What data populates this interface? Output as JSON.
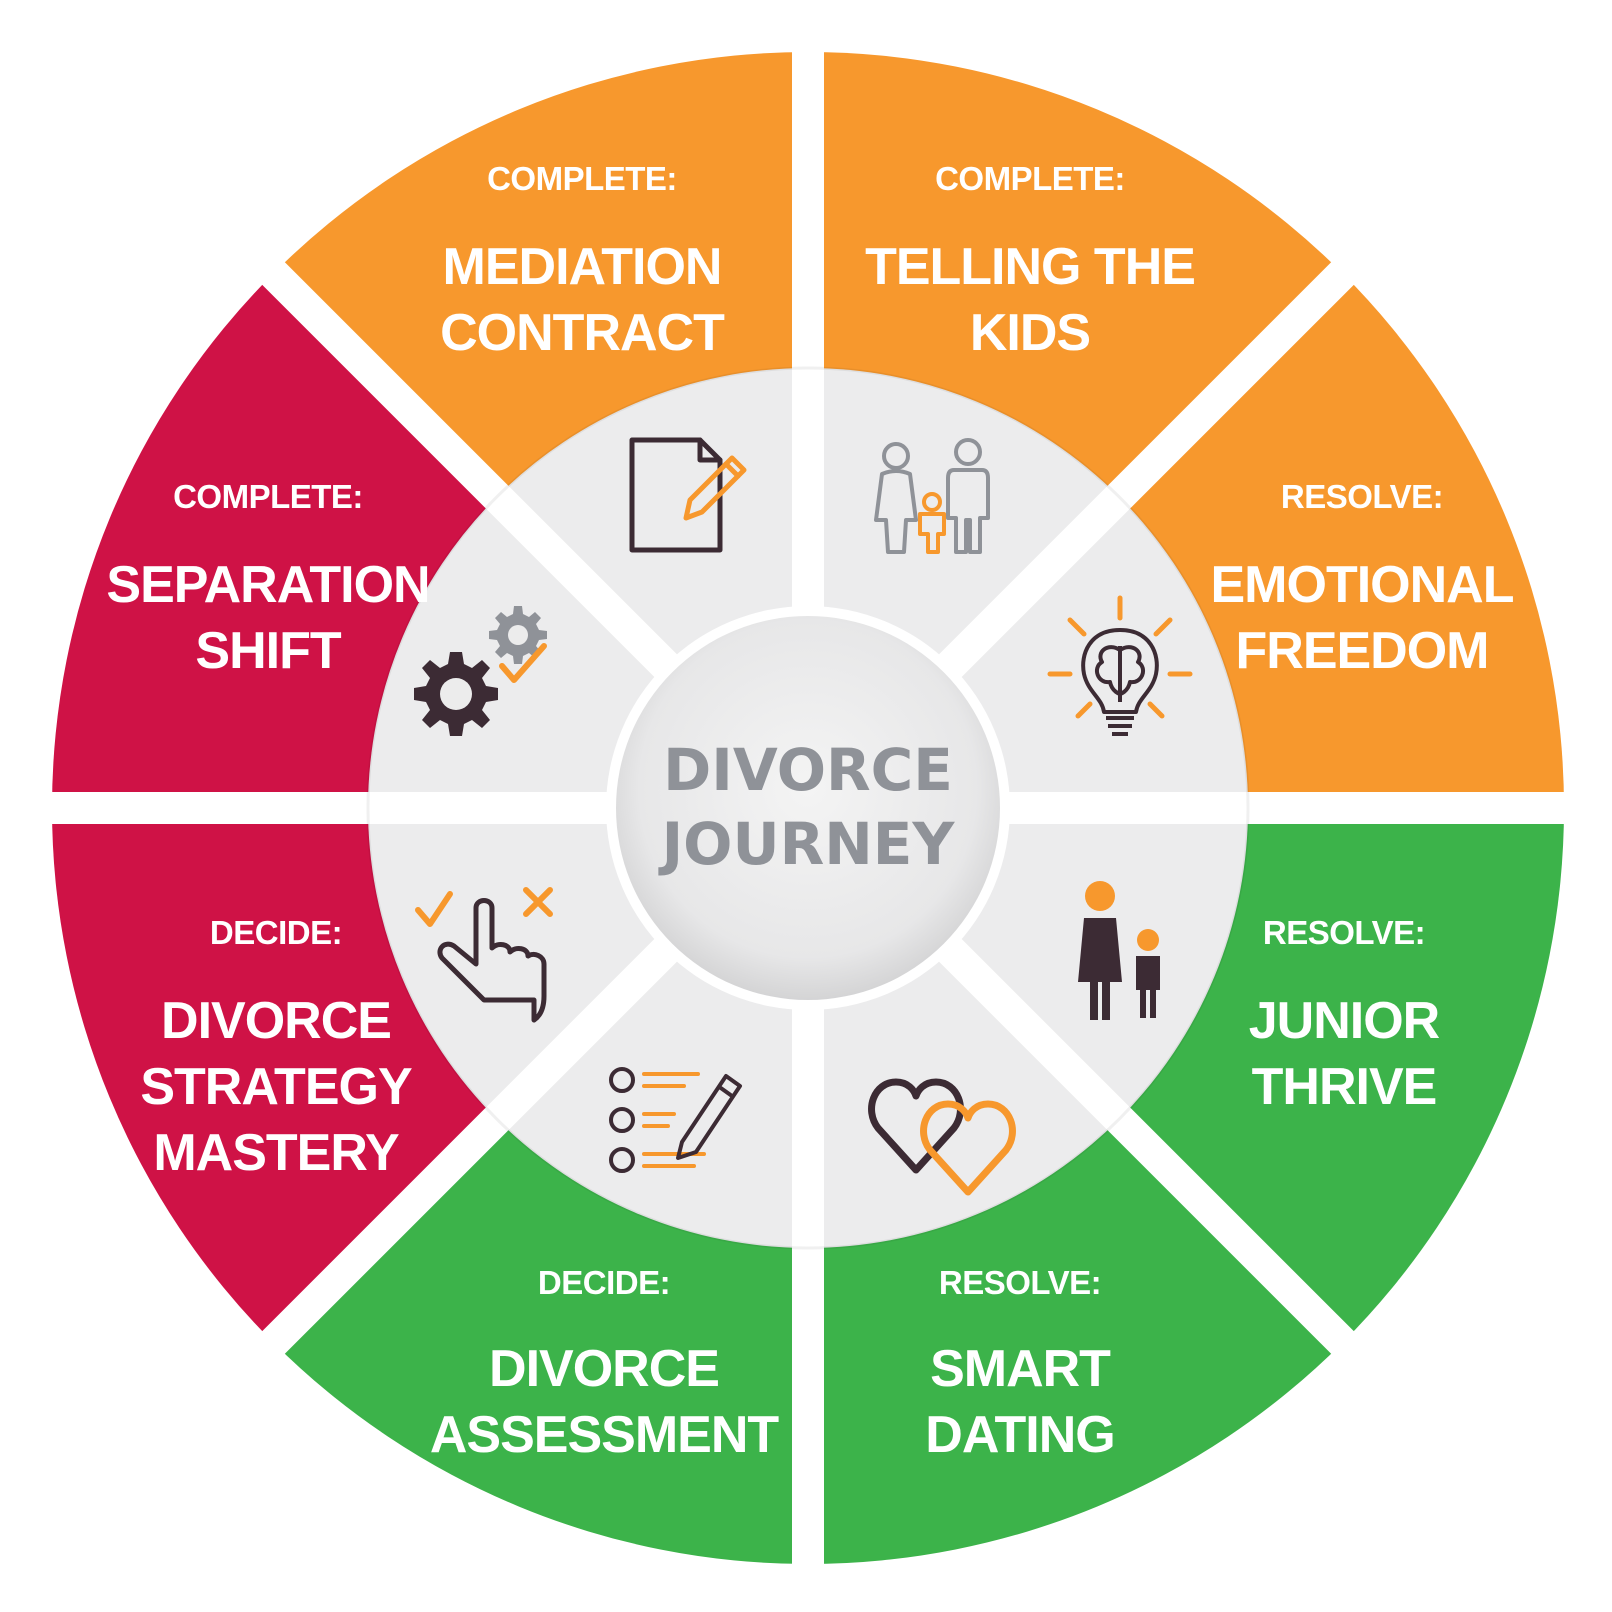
{
  "center": {
    "line1": "DIVORCE",
    "line2": "JOURNEY"
  },
  "colors": {
    "complete": "#f7982d",
    "resolve": "#3cb34a",
    "decide": "#cf1246"
  },
  "segments": [
    {
      "id": "mediation-contract",
      "group": "complete",
      "category": "COMPLETE:",
      "title": [
        "MEDIATION",
        "CONTRACT"
      ],
      "icon": "document-pencil-icon"
    },
    {
      "id": "telling-the-kids",
      "group": "complete",
      "category": "COMPLETE:",
      "title": [
        "TELLING THE",
        "KIDS"
      ],
      "icon": "family-icon"
    },
    {
      "id": "emotional-freedom",
      "group": "resolve",
      "category": "RESOLVE:",
      "title": [
        "EMOTIONAL",
        "FREEDOM"
      ],
      "icon": "lightbulb-brain-icon"
    },
    {
      "id": "junior-thrive",
      "group": "resolve",
      "category": "RESOLVE:",
      "title": [
        "JUNIOR",
        "THRIVE"
      ],
      "icon": "parent-child-icon"
    },
    {
      "id": "smart-dating",
      "group": "resolve",
      "category": "RESOLVE:",
      "title": [
        "SMART",
        "DATING"
      ],
      "icon": "two-hearts-icon"
    },
    {
      "id": "divorce-assessment",
      "group": "decide",
      "category": "DECIDE:",
      "title": [
        "DIVORCE",
        "ASSESSMENT"
      ],
      "icon": "checklist-pencil-icon"
    },
    {
      "id": "divorce-strategy-mastery",
      "group": "decide",
      "category": "DECIDE:",
      "title": [
        "DIVORCE",
        "STRATEGY",
        "MASTERY"
      ],
      "icon": "hand-choice-icon"
    },
    {
      "id": "separation-shift",
      "group": "complete",
      "category": "COMPLETE:",
      "title": [
        "SEPARATION",
        "SHIFT"
      ],
      "icon": "gears-check-icon"
    }
  ]
}
